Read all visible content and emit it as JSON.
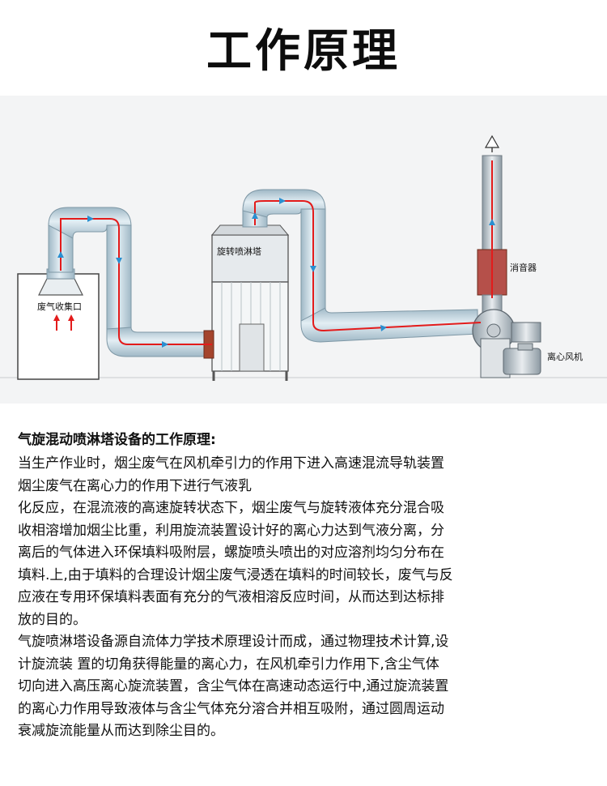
{
  "page_title": "工作原理",
  "diagram": {
    "labels": {
      "inlet": "废气收集口",
      "tower": "旋转喷淋塔",
      "silencer": "消音器",
      "fan": "离心风机"
    }
  },
  "description": {
    "heading": "气旋混动喷淋塔设备的工作原理:",
    "paragraph1": "当生产作业时，烟尘废气在风机牵引力的作用下进入高速混流导轨装置\n烟尘废气在离心力的作用下进行气液乳\n化反应，在混流液的高速旋转状态下，烟尘废气与旋转液体充分混合吸\n收相溶增加烟尘比重，利用旋流装置设计好的离心力达到气液分离，分\n离后的气体进入环保填料吸附层，螺旋喷头喷出的对应溶剂均匀分布在\n填料.上,由于填料的合理设计烟尘废气浸透在填料的时间较长，废气与反\n应液在专用环保填料表面有充分的气液相溶反应时间，从而达到达标排\n放的目的。",
    "paragraph2": "气旋喷淋塔设备源自流体力学技术原理设计而成，通过物理技术计算,设\n计旋流装 置的切角获得能量的离心力，在风机牵引力作用下,含尘气体\n切向进入高压离心旋流装置，含尘气体在高速动态运行中,通过旋流装置\n的离心力作用导致液体与含尘气体充分溶合并相互吸附，通过圆周运动\n衰减旋流能量从而达到除尘目的。"
  },
  "colors": {
    "duct": "#c7dbe6",
    "duct_edge": "#7f98a6",
    "flow_line": "#e31b1b",
    "flow_arrow": "#2a8fd0"
  }
}
